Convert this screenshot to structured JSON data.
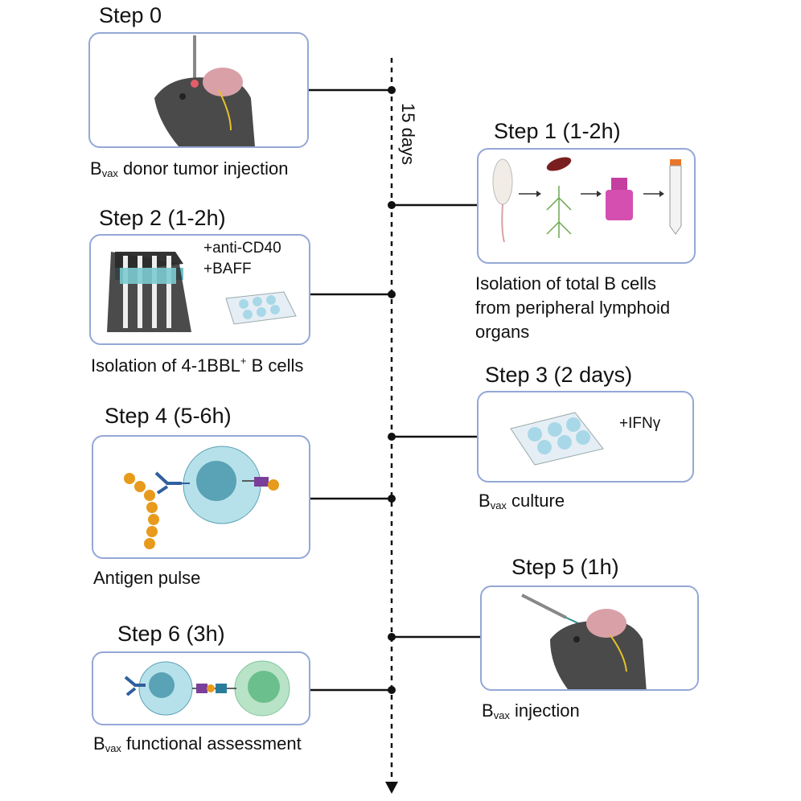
{
  "timeline": {
    "duration_label": "15 days"
  },
  "steps": [
    {
      "title": "Step 0",
      "caption_main": "B",
      "caption_sub": "vax",
      "caption_rest": " donor tumor injection"
    },
    {
      "title": "Step 1 (1-2h)",
      "caption_line1": "Isolation of total B cells",
      "caption_line2": "from peripheral lymphoid",
      "caption_line3": "organs"
    },
    {
      "title": "Step 2 (1-2h)",
      "note_line1": "+anti-CD40",
      "note_line2": "+BAFF",
      "caption_main": "Isolation of 4-1BBL",
      "caption_sup": "+",
      "caption_rest": " B cells"
    },
    {
      "title": "Step 3 (2 days)",
      "note_line1": "+IFNγ",
      "caption_main": "B",
      "caption_sub": "vax",
      "caption_rest": " culture"
    },
    {
      "title": "Step 4 (5-6h)",
      "caption_main": "Antigen pulse"
    },
    {
      "title": "Step 5 (1h)",
      "caption_main": "B",
      "caption_sub": "vax",
      "caption_rest": " injection"
    },
    {
      "title": "Step 6 (3h)",
      "caption_main": "B",
      "caption_sub": "vax",
      "caption_rest": " functional assessment"
    }
  ],
  "colors": {
    "box_border": "#94a7d6",
    "timeline": "#111111",
    "plate": "#a8d8e8",
    "cell": "#8fc9d6",
    "cell_dark": "#5aa2b5",
    "antigen": "#e89a1c",
    "receptor": "#2f5f9e",
    "tcr": "#7a3f9a",
    "tcell": "#7cc49a",
    "vial": "#c43fa0",
    "spleen": "#7a1f1f",
    "tube_cap": "#e8752a"
  }
}
